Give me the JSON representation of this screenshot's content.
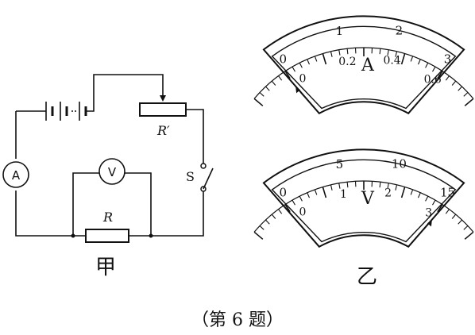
{
  "circuit": {
    "ammeter_symbol": "A",
    "voltmeter_symbol": "V",
    "resistor_label": "R",
    "rheostat_label": "R′",
    "switch_label": "S",
    "caption": "甲"
  },
  "ammeter_meter": {
    "unit_letter": "A",
    "outer_scale": [
      "0",
      "1",
      "2",
      "3"
    ],
    "inner_scale": [
      "0",
      "0.2",
      "0.4",
      "0.6"
    ],
    "needle_value_inner": 0
  },
  "voltmeter_meter": {
    "unit_letter": "V",
    "outer_scale": [
      "0",
      "5",
      "10",
      "15"
    ],
    "inner_scale": [
      "0",
      "1",
      "2",
      "3"
    ],
    "needle_value_inner": 3
  },
  "meters_caption": "乙",
  "figure_caption": "（第 6 题）"
}
